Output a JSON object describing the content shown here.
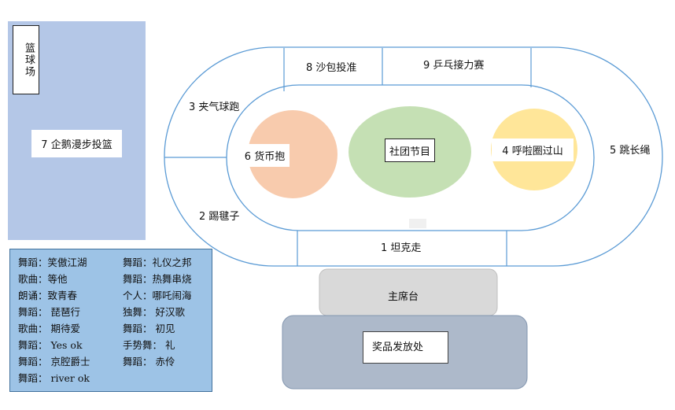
{
  "court": {
    "title": "篮球场",
    "label": "7 企鹅漫步投篮"
  },
  "track": {
    "stations": {
      "s1": "1 坦克走",
      "s2": "2 踢毽子",
      "s3": "3 夹气球跑",
      "s4": "4 呼啦圈过山",
      "s5": "5 跳长绳",
      "s6": "6 货币抱",
      "s8": "8 沙包投准",
      "s9": "9 乒乓接力赛"
    },
    "center": "社团节目"
  },
  "stage": "主席台",
  "prize": "奖品发放处",
  "program": [
    [
      "舞蹈：笑傲江湖",
      "舞蹈：礼仪之邦"
    ],
    [
      "歌曲：等他",
      "舞蹈：热舞串烧"
    ],
    [
      "朗诵：致青春",
      "个人：哪吒闹海"
    ],
    [
      "舞蹈： 琵琶行",
      "独舞： 好汉歌"
    ],
    [
      "歌曲： 期待爱",
      "舞蹈： 初见"
    ],
    [
      "舞蹈： Yes ok",
      "手势舞： 礼"
    ],
    [
      "舞蹈： 京腔爵士",
      "舞蹈： 赤伶"
    ],
    [
      "舞蹈： river ok",
      ""
    ]
  ],
  "colors": {
    "court": "#b4c7e7",
    "legend": "#9dc3e6",
    "track": "#5b9bd5",
    "orange": "#f8cbad",
    "green": "#c5e0b4",
    "yellow": "#ffe699",
    "stage": "#d9d9d9",
    "prize": "#adb9ca"
  }
}
